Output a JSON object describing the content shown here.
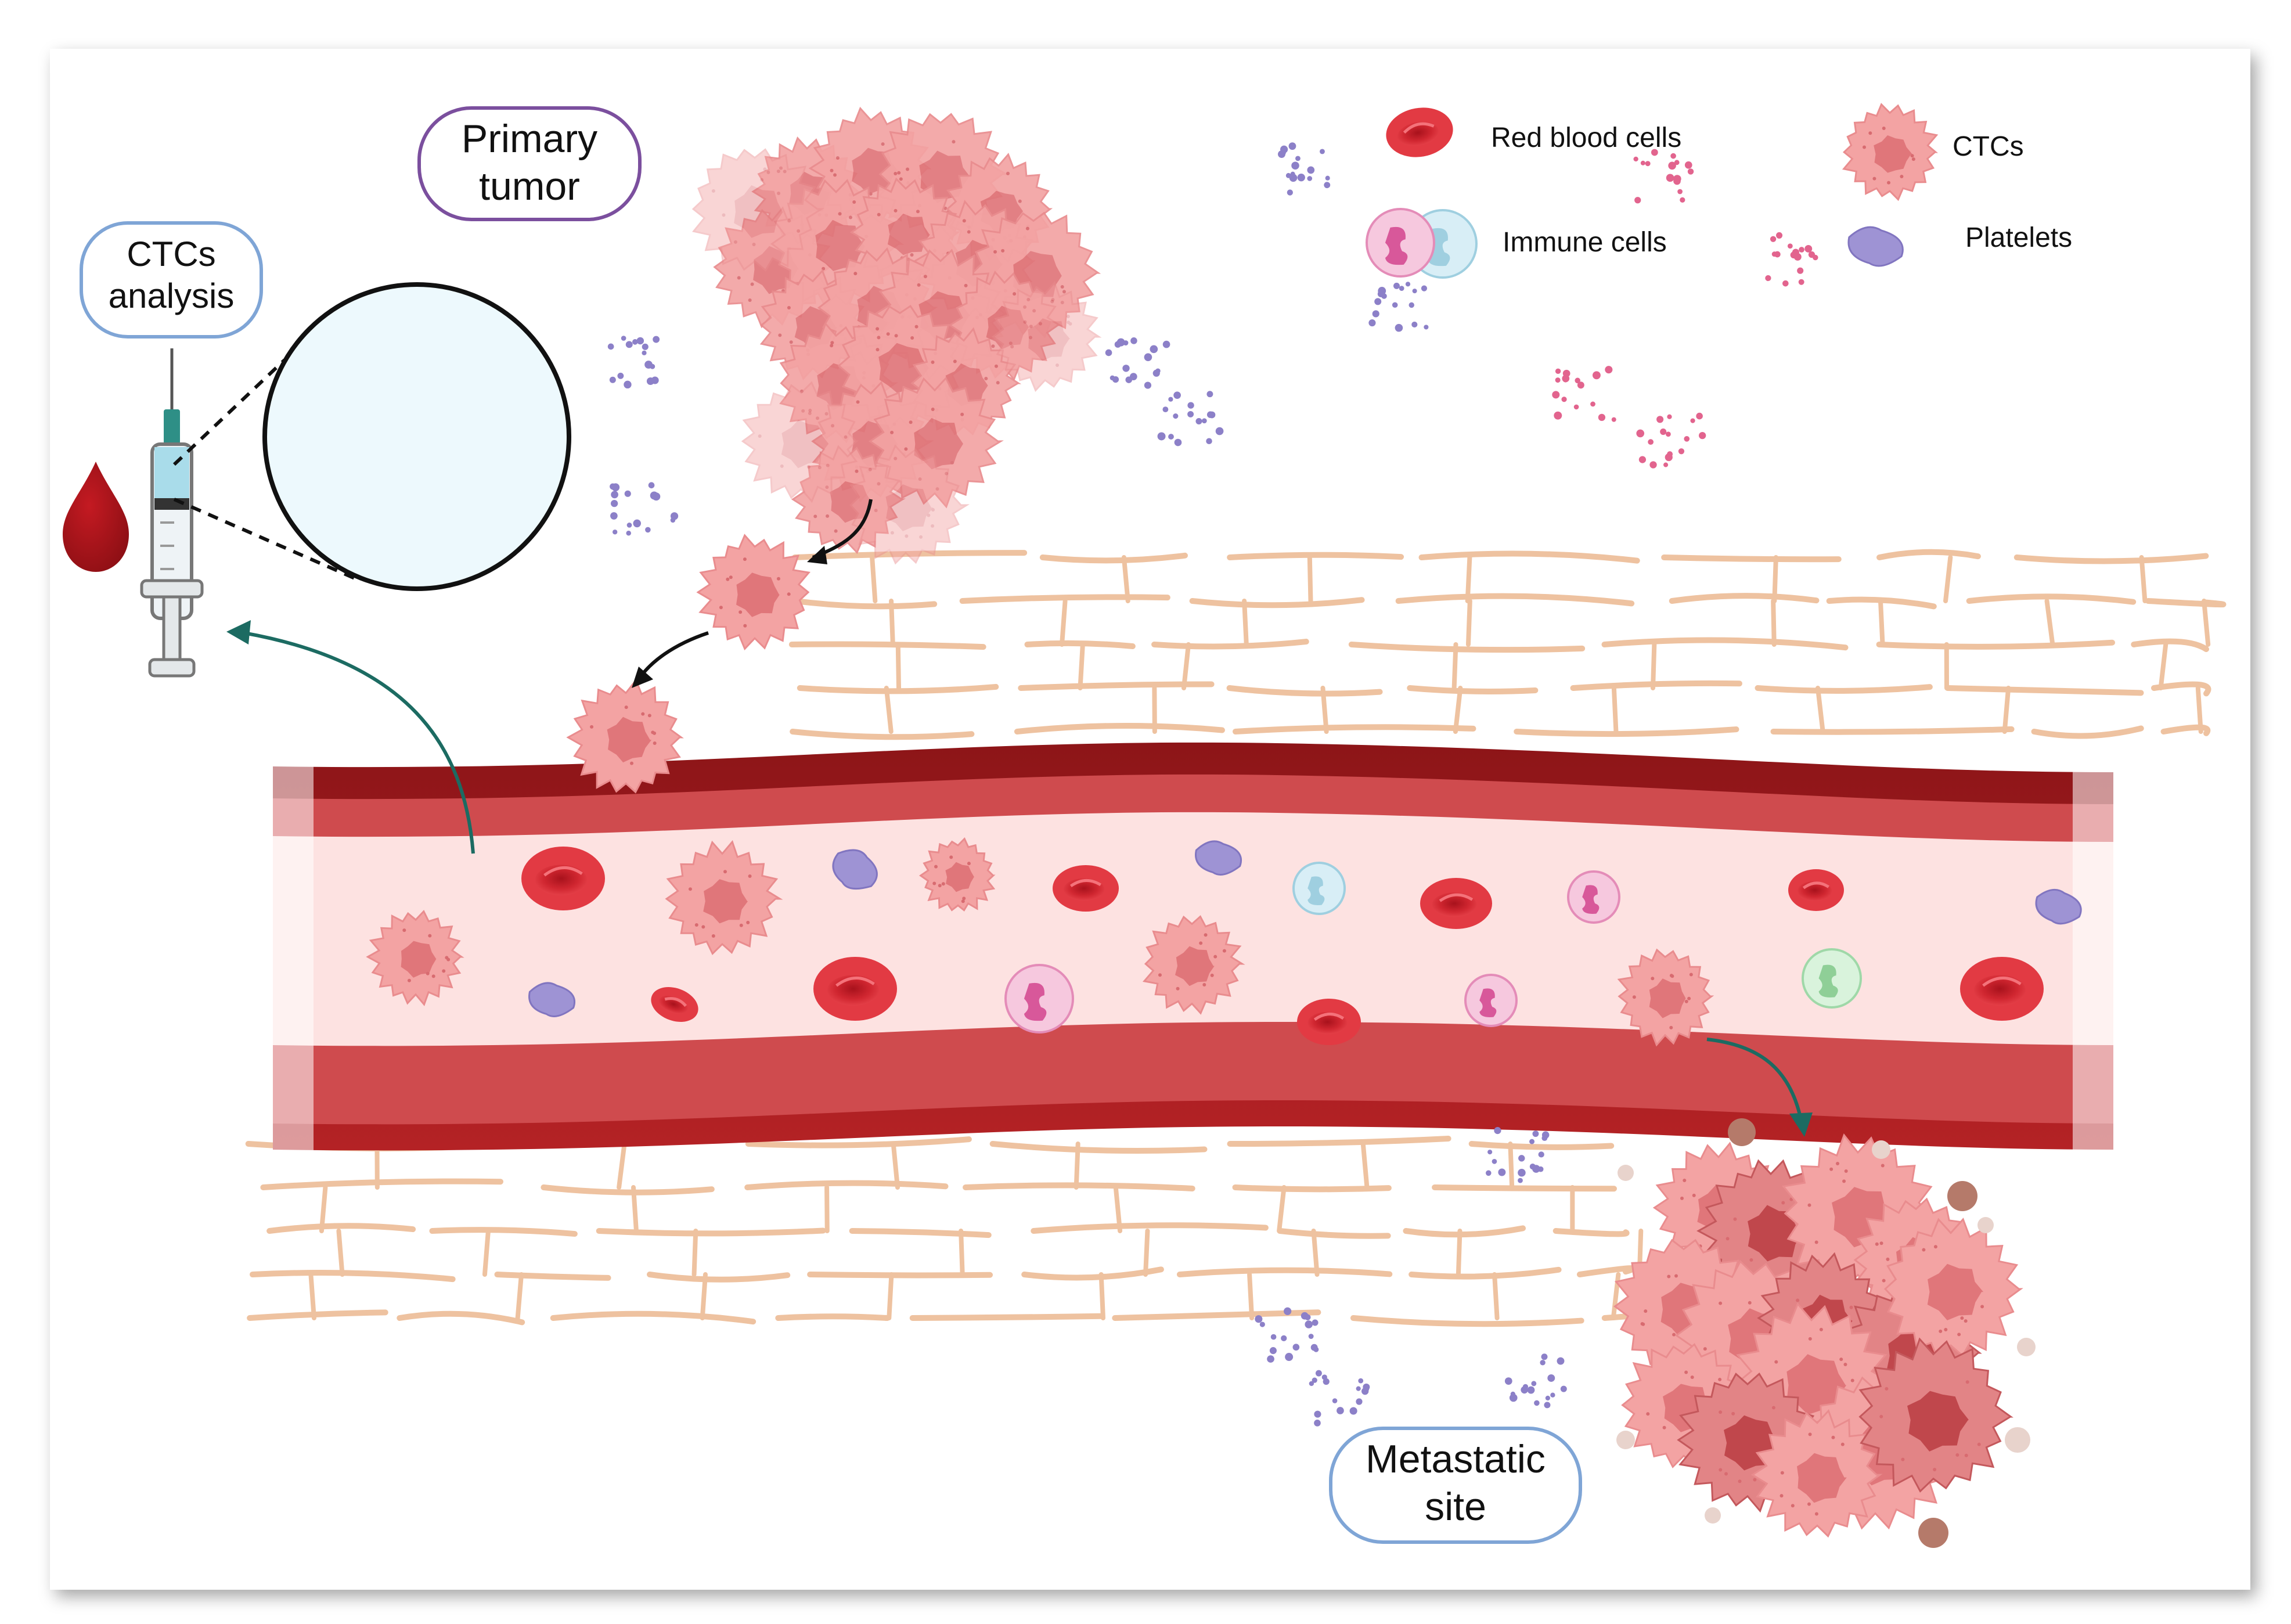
{
  "labels": {
    "primary_tumor": [
      "Primary",
      "tumor"
    ],
    "ctcs_analysis": [
      "CTCs",
      "analysis"
    ],
    "metastatic_site": [
      "Metastatic",
      "site"
    ]
  },
  "legend": {
    "red_blood_cells": "Red blood cells",
    "ctcs": "CTCs",
    "immune_cells": "Immune cells",
    "platelets": "Platelets"
  },
  "colors": {
    "vessel_wall": "#a51c1e",
    "vessel_wall_light": "#cf4b4e",
    "vessel_lumen": "#fde2e1",
    "rbc": "#d62731",
    "ctc": "#f3a3a3",
    "ctc_nucleus": "#e0767a",
    "platelet": "#9e93d4",
    "collagen": "#eec2a0",
    "arrow_teal": "#1c6b62",
    "callout_purple": "#7b4f9e",
    "callout_blue": "#7fa5d6"
  }
}
